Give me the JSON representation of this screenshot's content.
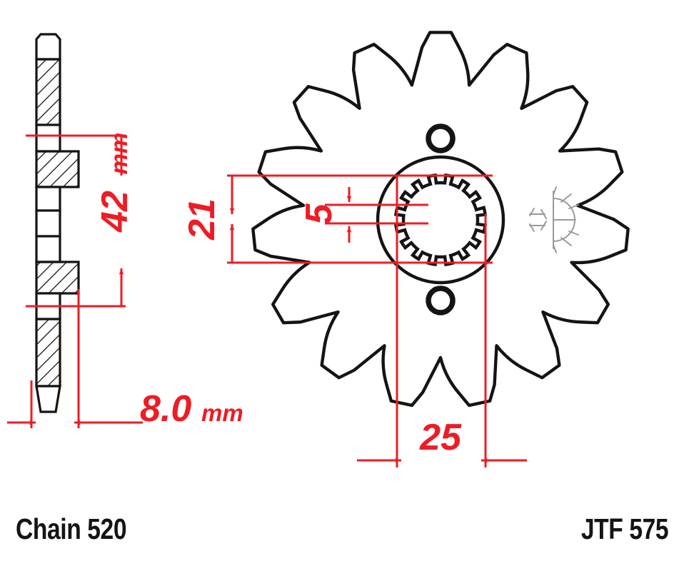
{
  "drawing": {
    "type": "engineering-drawing",
    "subject": "motorcycle front sprocket",
    "views": {
      "side_section": {
        "name": "side-section-view"
      },
      "front": {
        "name": "front-view",
        "teeth": 15
      }
    }
  },
  "dimensions": {
    "thickness": {
      "value": "8.0",
      "unit": "mm",
      "orientation": "horizontal"
    },
    "outer_width": {
      "value": "42",
      "unit": "mm",
      "orientation": "vertical"
    },
    "bore_inner": {
      "value": "21",
      "unit": "",
      "orientation": "vertical"
    },
    "spline_depth": {
      "value": "5",
      "unit": "",
      "orientation": "vertical"
    },
    "bolt_spacing": {
      "value": "25",
      "unit": "",
      "orientation": "horizontal"
    }
  },
  "footer": {
    "chain_label": "Chain 520",
    "part_number": "JTF 575"
  },
  "colors": {
    "dimension": "#ee1c24",
    "outline": "#141414",
    "watermark": "#9a9a9a",
    "background": "#ffffff"
  }
}
